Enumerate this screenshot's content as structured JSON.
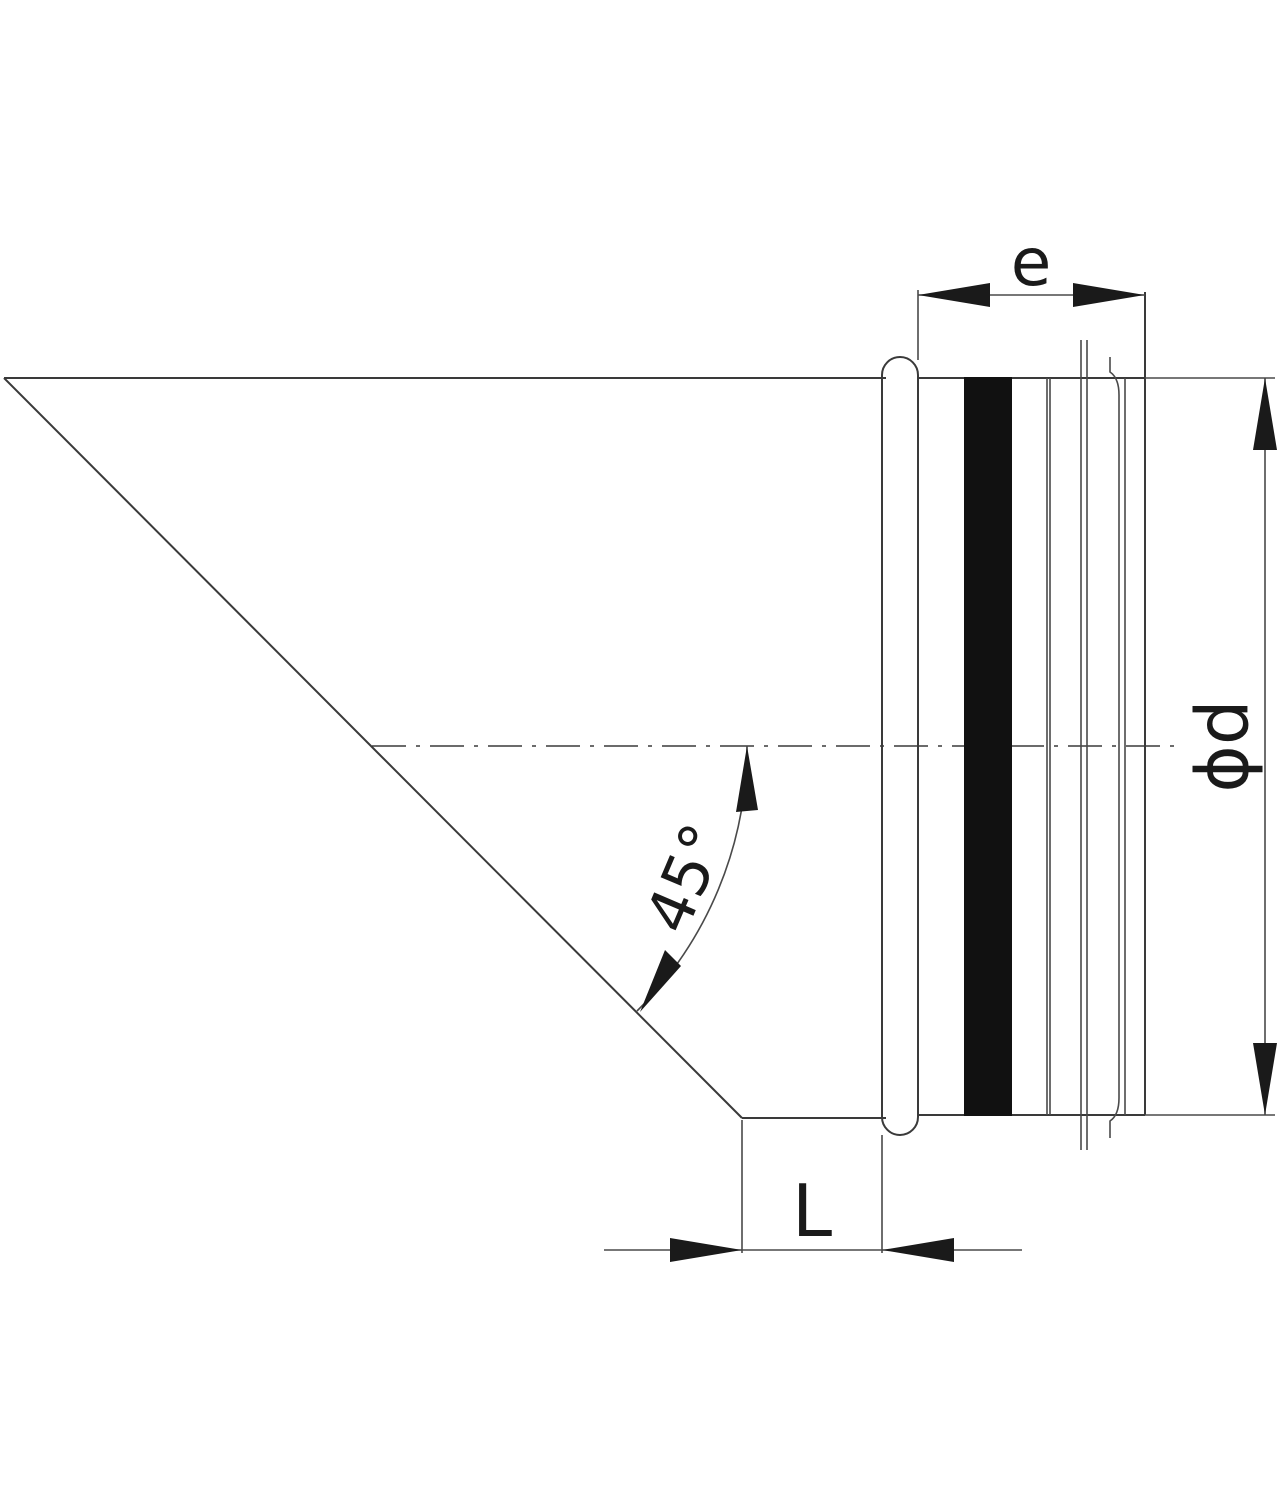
{
  "drawing": {
    "dimensions": {
      "width_label": "e",
      "diameter_label": "ϕd",
      "length_label": "L",
      "angle_label": "45°"
    }
  }
}
